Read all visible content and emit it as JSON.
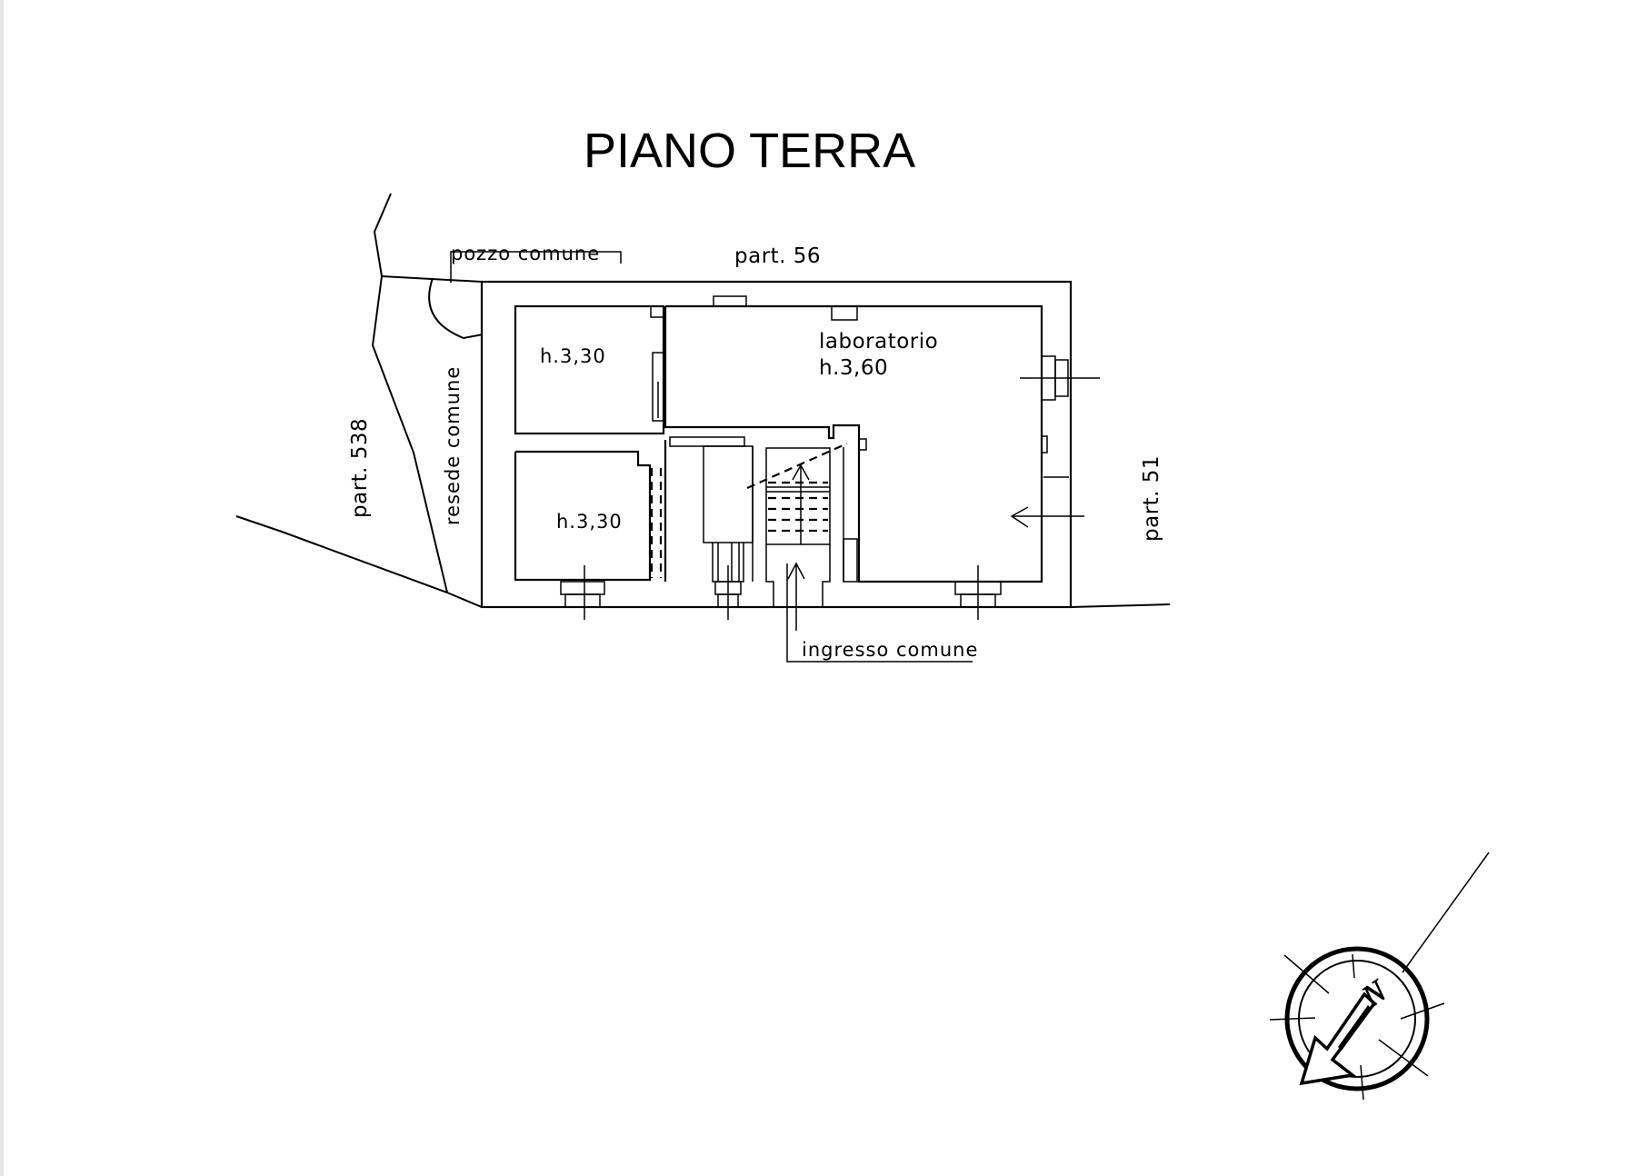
{
  "title": "PIANO TERRA",
  "labels": {
    "pozzo": "pozzo comune",
    "part_top": "part. 56",
    "part_left": "part. 538",
    "resede": "resede comune",
    "part_right": "part. 51",
    "ingresso": "ingresso comune"
  },
  "rooms": [
    {
      "name": "",
      "height": "h.3,30"
    },
    {
      "name": "",
      "height": "h.3,30"
    },
    {
      "name": "laboratorio",
      "height": "h.3,60"
    }
  ],
  "compass": {
    "letter": "N"
  }
}
